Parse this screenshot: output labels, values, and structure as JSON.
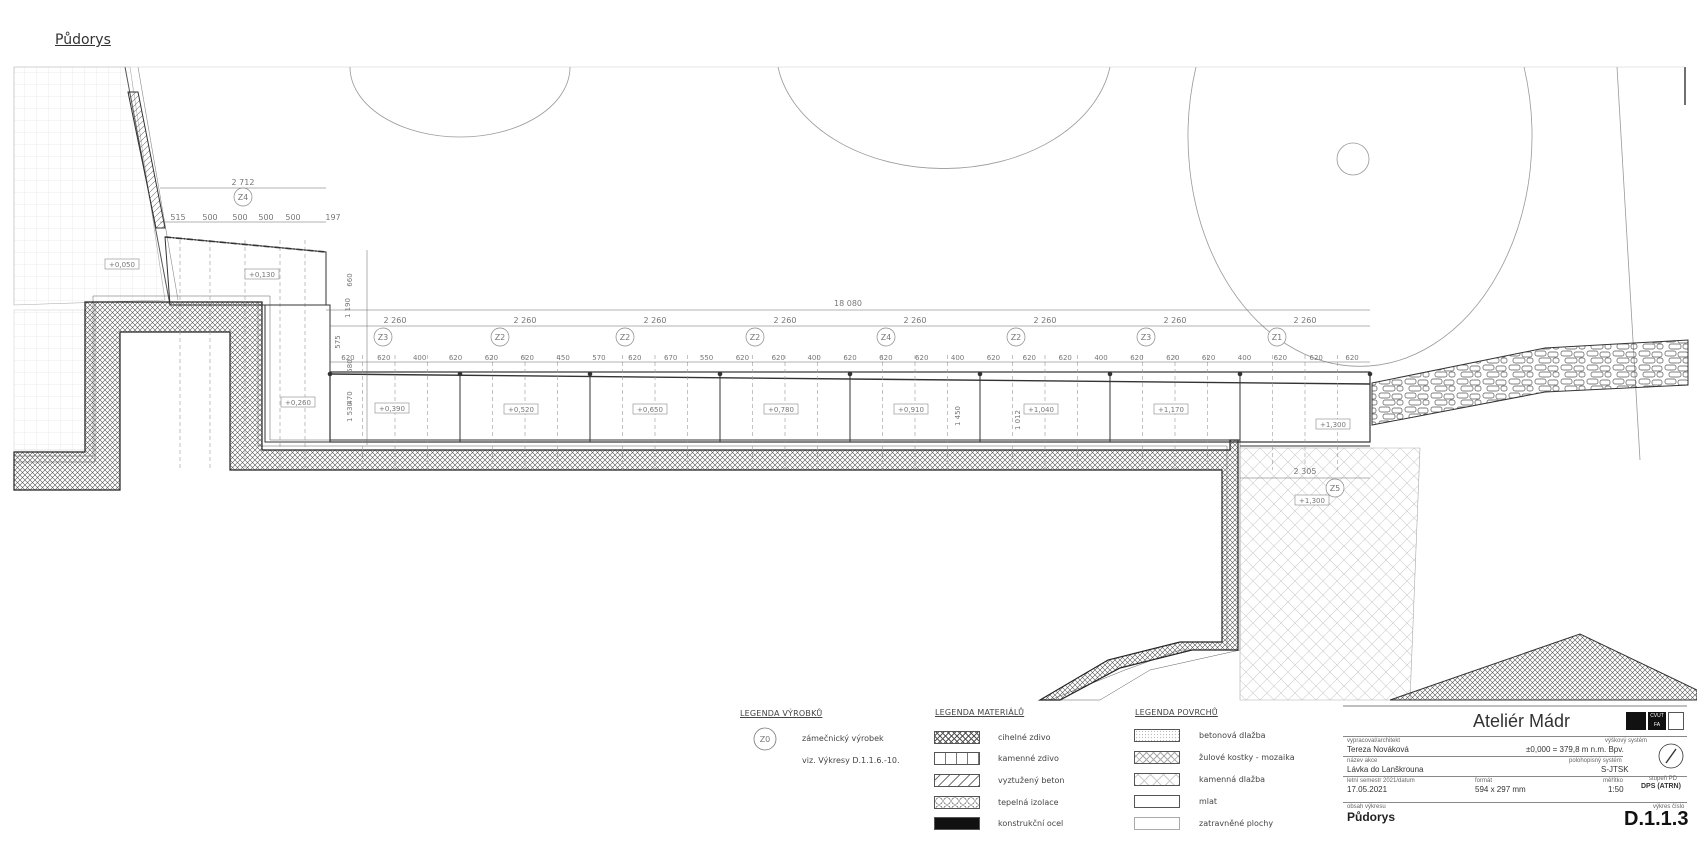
{
  "page_title": "Půdorys",
  "plan": {
    "dims": {
      "top_total": "2 712",
      "top_row": [
        "515",
        "500",
        "500",
        "500",
        "500",
        "197"
      ],
      "overall": "18 080",
      "modules": [
        "2 260",
        "2 260",
        "2 260",
        "2 260",
        "2 260",
        "2 260",
        "2 260",
        "2 260"
      ],
      "sub": [
        "620",
        "620",
        "400",
        "620",
        "620",
        "620",
        "450",
        "570",
        "620",
        "670",
        "550",
        "620",
        "620",
        "400",
        "620",
        "620",
        "620",
        "400",
        "620",
        "620",
        "620",
        "400",
        "620",
        "620",
        "620",
        "400",
        "620",
        "620",
        "620"
      ],
      "vertical": [
        "660",
        "1 190",
        "575",
        "580",
        "470",
        "1 530",
        "1 450",
        "1 012"
      ],
      "bottom": "2 305"
    },
    "product_tags": [
      "Z4",
      "Z3",
      "Z2",
      "Z2",
      "Z2",
      "Z4",
      "Z2",
      "Z3",
      "Z1",
      "Z5"
    ],
    "levels": [
      "+0,050",
      "+0,130",
      "+0,260",
      "+0,390",
      "+0,520",
      "+0,650",
      "+0,780",
      "+0,910",
      "+1,040",
      "+1,170",
      "+1,300",
      "+1,300"
    ]
  },
  "legend_products": {
    "heading": "LEGENDA VÝROBKŮ",
    "symbol": "Z0",
    "items": [
      "zámečnický výrobek",
      "viz. Výkresy D.1.1.6.-10."
    ]
  },
  "legend_materials": {
    "heading": "LEGENDA MATERIÁLŮ",
    "items": [
      "cihelné zdivo",
      "kamenné zdivo",
      "vyztužený beton",
      "tepelná izolace",
      "konstrukční ocel"
    ]
  },
  "legend_surfaces": {
    "heading": "LEGENDA POVRCHŮ",
    "items": [
      "betonová dlažba",
      "žulové kostky - mozaika",
      "kamenná dlažba",
      "mlat",
      "zatravněné plochy"
    ]
  },
  "title_block": {
    "studio": "Ateliér Mádr",
    "logo_text": "CVUT FA",
    "author_label": "vypracoval/architekt",
    "author": "Tereza Nováková",
    "height_label": "výškový systém",
    "height": "±0,000 = 379,8 m n.m. Bpv.",
    "project_label": "název akce",
    "project": "Lávka do Lanškrouna",
    "coord_label": "polohopisný systém",
    "coord": "S-JTSK",
    "date_label": "letní semestr 2021/datum",
    "date": "17.05.2021",
    "format_label": "formát",
    "format": "594 x 297 mm",
    "scale_label": "měřítko",
    "scale": "1:50",
    "stage_label": "stupeň PD",
    "stage": "DPS (ATRN)",
    "content_label": "obsah výkresu",
    "content": "Půdorys",
    "number_label": "výkres číslo",
    "number": "D.1.1.3"
  }
}
